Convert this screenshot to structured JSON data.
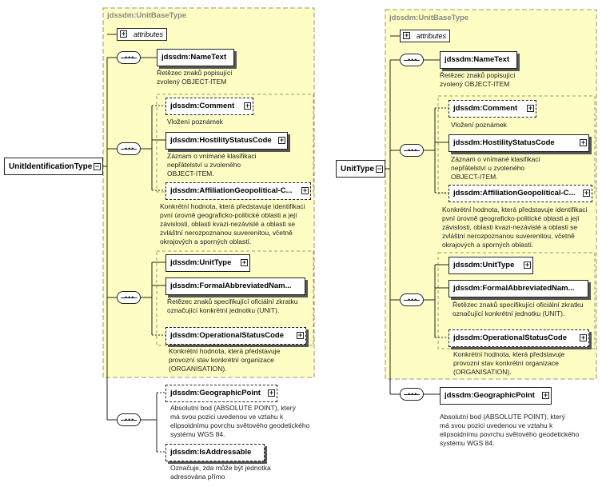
{
  "left": {
    "root_label": "UnitIdentificationType",
    "container_title": "jdssdm:UnitBaseType",
    "attributes_label": "attributes",
    "name_text": {
      "label": "jdssdm:NameText",
      "desc": "Řetězec znaků popisující\nzvolený OBJECT-ITEM"
    },
    "comment": {
      "label": "jdssdm:Comment",
      "desc": "Vložení poznámek"
    },
    "hostility": {
      "label": "jdssdm:HostilityStatusCode",
      "desc": "Záznam o vnímané klasifikaci\nnepřátelství u zvoleného\nOBJECT-ITEM."
    },
    "affiliation": {
      "label": "jdssdm:AffiliationGeopolitical-C...",
      "desc": "Konkrétní hodnota, která představuje identifikaci\npvní úrovně geograficko-politické oblasti a její\nzávislosti, oblasti kvazi-nezávislé a oblasti se\nzvláštní nerozpoznanou suverenitou, včetně\nokrajových a sporných oblastí."
    },
    "unit_type": {
      "label": "jdssdm:UnitType"
    },
    "formal": {
      "label": "jdssdm:FormalAbbreviatedNam...",
      "desc": "Řetězec znaků specifikující oficiální zkratku\noznačující konkrétní jednotku (UNIT)."
    },
    "operational": {
      "label": "jdssdm:OperationalStatusCode",
      "desc": "Konkrétní hodnota, která představuje\nprovozní stav konkrétní organizace\n(ORGANISATION)."
    },
    "geo": {
      "label": "jdssdm:GeographicPoint",
      "desc": "Absolutní bod (ABSOLUTE POINT), který\nmá svou pozici uvedenou ve vztahu k\nelipsoidnímu povrchu světového geodetického\nsystému WGS 84."
    },
    "addressable": {
      "label": "jdssdm:IsAddressable",
      "desc": "Označuje, zda může být jednotka\nadresována přímo"
    }
  },
  "right": {
    "root_label": "UnitType",
    "container_title": "jdssdm:UnitBaseType",
    "attributes_label": "attributes",
    "name_text": {
      "label": "jdssdm:NameText",
      "desc": "Řetězec znaků popisující\nzvolený OBJECT-ITEM"
    },
    "comment": {
      "label": "jdssdm:Comment",
      "desc": "Vložení poznámek"
    },
    "hostility": {
      "label": "jdssdm:HostilityStatusCode",
      "desc": "Záznam o vnímané klasifikaci\nnepřátelství u zvoleného\nOBJECT-ITEM."
    },
    "affiliation": {
      "label": "jdssdm:AffiliationGeopolitical-C...",
      "desc": "Konkrétní hodnota, která představuje identifikaci\npvní úrovně geograficko-politické oblasti a její\nzávislosti, oblasti kvazi-nezávislé a oblasti se\nzvláštní nerozpoznanou suverenitou, včetně\nokrajových a sporných oblastí."
    },
    "unit_type": {
      "label": "jdssdm:UnitType"
    },
    "formal": {
      "label": "jdssdm:FormalAbbreviatedNam...",
      "desc": "Řetězec znaků specifikující oficiální zkratku\noznačující konkrétní jednotku (UNIT)."
    },
    "operational": {
      "label": "jdssdm:OperationalStatusCode",
      "desc": "Konkrétní hodnota, která představuje\nprovozní stav konkrétní organizace\n(ORGANISATION)."
    },
    "geo": {
      "label": "jdssdm:GeographicPoint",
      "desc": "Absolutní bod (ABSOLUTE POINT), který\nmá svou pozici uvedenou ve vztahu k\nelipsoidnímu povrchu světového geodetického\nsystému WGS 84."
    }
  },
  "colors": {
    "container_fill": "#fdfdc4",
    "container_border": "#9a9a70",
    "line": "#222222"
  },
  "icons": {
    "expand": "plus-icon",
    "sequence": "sequence-icon"
  }
}
